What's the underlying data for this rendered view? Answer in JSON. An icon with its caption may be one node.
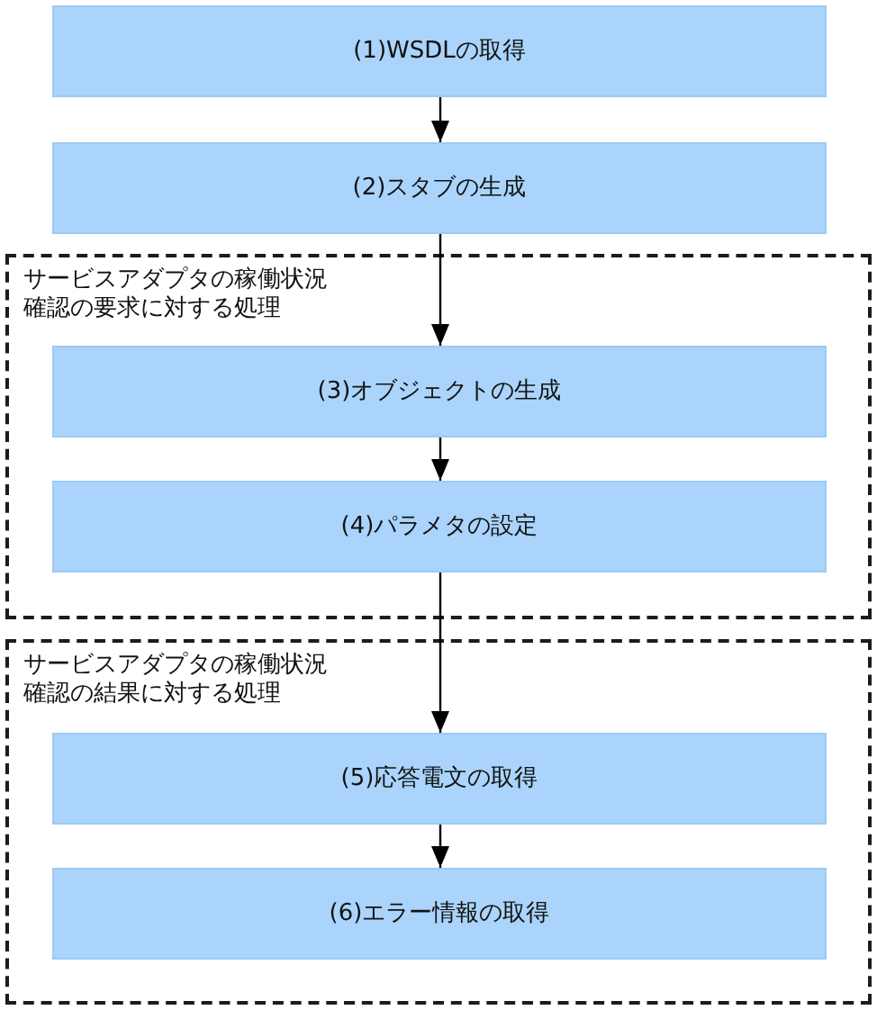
{
  "diagram": {
    "nodes": [
      {
        "text": [
          "(1)WSDLの取得"
        ]
      },
      {
        "text": [
          "(2)スタブの生成"
        ]
      },
      {
        "text": [
          "サービスアダプタの稼働状況確認の要求に対する処理"
        ]
      },
      {
        "text": [
          "(3)オブジェクトの生成"
        ],
        "in": 2
      },
      {
        "text": [
          "(4)パラメタの設定"
        ],
        "in": 2
      },
      {
        "text": [
          "サービスアダプタの稼働状況確認の結果に対する処理"
        ]
      },
      {
        "text": [
          "(5)応答電文の取得"
        ],
        "in": 5
      },
      {
        "text": [
          "(6)エラー情報の取得"
        ],
        "in": 5
      }
    ],
    "edges": [
      {
        "from": 0,
        "to": 1,
        "arrow": "to"
      },
      {
        "from": 1,
        "to": 3,
        "arrow": "to"
      },
      {
        "from": 3,
        "to": 4,
        "arrow": "to"
      },
      {
        "from": 4,
        "to": 6,
        "arrow": "to"
      },
      {
        "from": 6,
        "to": 7,
        "arrow": "to"
      }
    ]
  }
}
